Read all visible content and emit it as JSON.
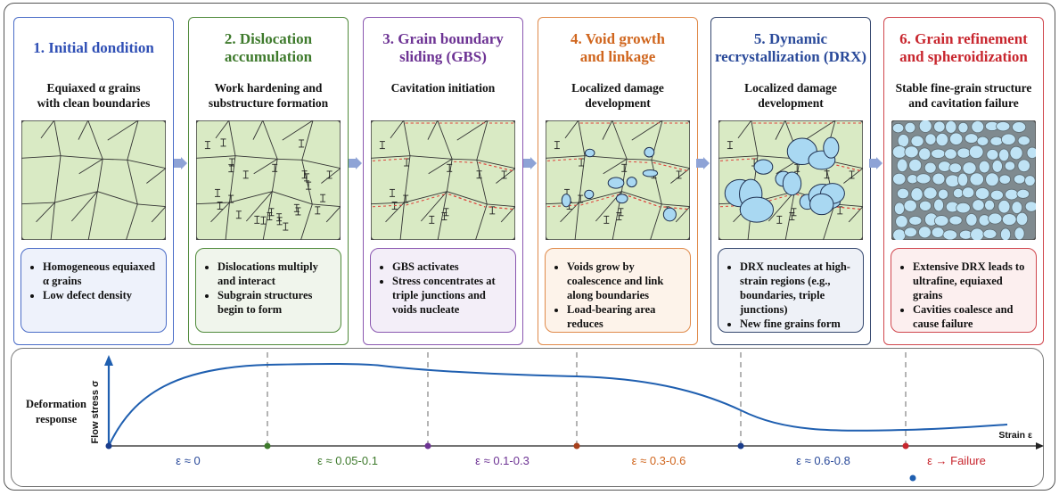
{
  "panels": [
    {
      "title_lines": [
        "1. Initial dondition"
      ],
      "subtitle_lines": [
        "Equiaxed α grains",
        "with clean boundaries"
      ],
      "bullets": [
        "Homogeneous equiaxed α grains",
        "Low defect density"
      ],
      "color": "#2f4fb5",
      "fill": "#eef2fb",
      "border": "#4a6cc7"
    },
    {
      "title_lines": [
        "2. Dislocation",
        "accumulation"
      ],
      "subtitle_lines": [
        "Work hardening and",
        "substructure formation"
      ],
      "bullets": [
        "Dislocations multiply and interact",
        "Subgrain structures begin to form"
      ],
      "color": "#3e7a2c",
      "fill": "#f0f5ec",
      "border": "#4f8a3a"
    },
    {
      "title_lines": [
        "3. Grain boundary",
        "sliding (GBS)"
      ],
      "subtitle_lines": [
        "Cavitation initiation"
      ],
      "bullets": [
        "GBS activates",
        "Stress concentrates at triple junctions and voids nucleate"
      ],
      "color": "#6d3394",
      "fill": "#f3eef8",
      "border": "#8a57b0"
    },
    {
      "title_lines": [
        "4. Void growth",
        "and linkage"
      ],
      "subtitle_lines": [
        "Localized damage",
        "development"
      ],
      "bullets": [
        "Voids grow by coalescence and link along boundaries",
        "Load-bearing area reduces"
      ],
      "color": "#d0661e",
      "fill": "#fdf3ea",
      "border": "#e08a4a"
    },
    {
      "title_lines": [
        "5. Dynamic",
        "recrystallization (DRX)"
      ],
      "subtitle_lines": [
        "Localized damage",
        "development"
      ],
      "bullets": [
        "DRX nucleates at high-strain regions (e.g., boundaries, triple junctions)",
        "New fine grains form"
      ],
      "color": "#2a4a9a",
      "fill": "#eef1f7",
      "border": "#34476e"
    },
    {
      "title_lines": [
        "6. Grain refinement",
        "and spheroidization"
      ],
      "subtitle_lines": [
        "Stable fine-grain structure",
        "and cavitation failure"
      ],
      "bullets": [
        "Extensive DRX leads to ultrafine, equiaxed grains",
        "Cavities coalesce and cause failure"
      ],
      "color": "#c8262e",
      "fill": "#fcefef",
      "border": "#d0464d"
    }
  ],
  "response_label": "Deformation response",
  "chart_data": {
    "type": "line",
    "ylabel": "Flow stress σ",
    "xlabel": "Strain ε",
    "stage_labels": [
      {
        "text": "ε ≈ 0",
        "color": "#2a4a9a"
      },
      {
        "text": "ε ≈ 0.05-0.1",
        "color": "#3e7a2c"
      },
      {
        "text": "ε ≈ 0.1-0.3",
        "color": "#6d3394"
      },
      {
        "text": "ε ≈ 0.3-0.6",
        "color": "#d0661e"
      },
      {
        "text": "ε ≈ 0.6-0.8",
        "color": "#2a4a9a"
      },
      {
        "text": "ε → Failure",
        "color": "#c8262e"
      }
    ],
    "marker_colors": [
      "#1a3d8c",
      "#3e7a2c",
      "#6d3394",
      "#a8401c",
      "#1a3d8c",
      "#c8262e"
    ],
    "curve_color": "#1f5fb0"
  }
}
